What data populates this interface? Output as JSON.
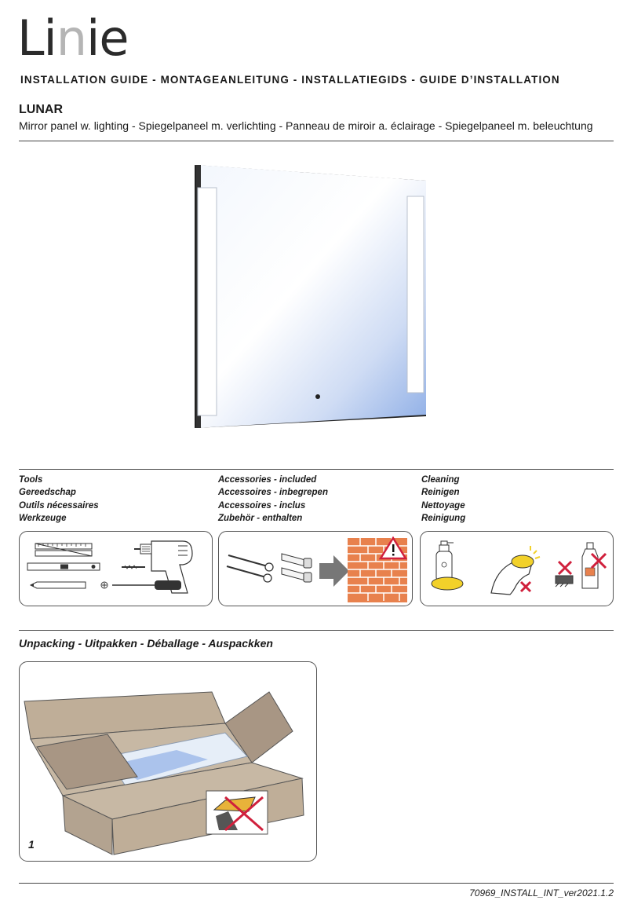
{
  "brand": {
    "logo_part1": "Li",
    "logo_part2": "n",
    "logo_part3": "i",
    "logo_part4": "e"
  },
  "header": {
    "guide_title": "INSTALLATION GUIDE - MONTAGEANLEITUNG - INSTALLATIEGIDS - GUIDE D’INSTALLATION",
    "product_name": "LUNAR",
    "product_description": "Mirror panel w. lighting - Spiegelpaneel m. verlichting - Panneau de miroir a. éclairage - Spiegelpaneel m. beleuchtung"
  },
  "sections": {
    "tools": [
      "Tools",
      "Gereedschap",
      "Outils nécessaires",
      "Werkzeuge"
    ],
    "accessories": [
      "Accessories - included",
      "Accessoires - inbegrepen",
      "Accessoires - inclus",
      "Zubehör -  enthalten"
    ],
    "cleaning": [
      "Cleaning",
      "Reinigen",
      "Nettoyage",
      "Reinigung"
    ]
  },
  "unpacking": {
    "title": "Unpacking - Uitpakken - Déballage - Auspackken",
    "step_number": "1"
  },
  "footer": {
    "version": "70969_INSTALL_INT_ver2021.1.2"
  },
  "colors": {
    "mirror_light": "#eef4fc",
    "mirror_blue": "#9cb8e8",
    "brick": "#e8814d",
    "cardboard": "#c7b8a4",
    "cardboard_dark": "#a8998a",
    "warning_red": "#d0203c"
  }
}
